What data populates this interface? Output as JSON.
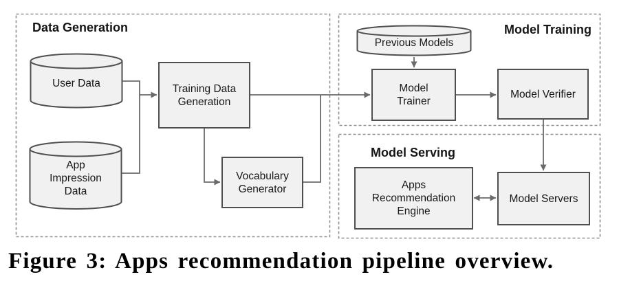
{
  "figure": {
    "caption": "Figure 3: Apps recommendation pipeline overview."
  },
  "sections": {
    "data_generation": {
      "title": "Data Generation"
    },
    "model_training": {
      "title": "Model Training"
    },
    "model_serving": {
      "title": "Model Serving"
    }
  },
  "nodes": {
    "user_data": {
      "label": "User Data",
      "shape": "cylinder"
    },
    "app_impression_data": {
      "label": "App\nImpression\nData",
      "shape": "cylinder"
    },
    "training_data_generation": {
      "label": "Training Data\nGeneration",
      "shape": "rect"
    },
    "vocabulary_generator": {
      "label": "Vocabulary\nGenerator",
      "shape": "rect"
    },
    "previous_models": {
      "label": "Previous Models",
      "shape": "cylinder"
    },
    "model_trainer": {
      "label": "Model\nTrainer",
      "shape": "rect"
    },
    "model_verifier": {
      "label": "Model Verifier",
      "shape": "rect"
    },
    "apps_recommendation_engine": {
      "label": "Apps\nRecommendation\nEngine",
      "shape": "rect"
    },
    "model_servers": {
      "label": "Model Servers",
      "shape": "rect"
    }
  },
  "edges": [
    {
      "from": "User Data",
      "to": "Training Data Generation",
      "type": "arrow"
    },
    {
      "from": "App Impression Data",
      "to": "Training Data Generation",
      "type": "arrow"
    },
    {
      "from": "Training Data Generation",
      "to": "Model Trainer",
      "type": "arrow"
    },
    {
      "from": "Training Data Generation",
      "to": "Vocabulary Generator",
      "type": "arrow"
    },
    {
      "from": "Vocabulary Generator",
      "to": "Model Trainer",
      "type": "merge-line"
    },
    {
      "from": "Previous Models",
      "to": "Model Trainer",
      "type": "arrow"
    },
    {
      "from": "Model Trainer",
      "to": "Model Verifier",
      "type": "arrow"
    },
    {
      "from": "Model Verifier",
      "to": "Model Servers",
      "type": "arrow"
    },
    {
      "from": "Apps Recommendation Engine",
      "to": "Model Servers",
      "type": "double-arrow"
    }
  ],
  "colors": {
    "background": "#ffffff",
    "node_fill": "#f1f1f1",
    "node_border": "#4f4f4f",
    "connector": "#6a6a6a",
    "section_border": "#8f8f8f",
    "text": "#161616"
  }
}
